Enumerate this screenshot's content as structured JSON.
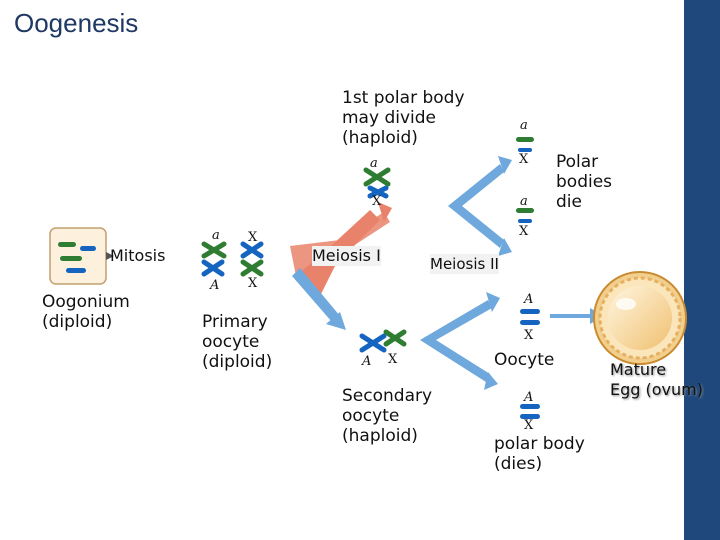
{
  "title": "Oogenesis",
  "labels": {
    "mitosis": "Mitosis",
    "oogonium": "Oogonium\n(diploid)",
    "primary": "Primary\noocyte\n(diploid)",
    "meiosis1": "Meiosis I",
    "meiosis2": "Meiosis II",
    "first_polar": "1st polar body\nmay divide\n(haploid)",
    "polar_bodies": "Polar\nbodies\ndie",
    "secondary": "Secondary\noocyte\n(haploid)",
    "oocyte": "Oocyte",
    "polar_body_dies": "polar body\n(dies)",
    "mature_egg": "Mature\nEgg (ovum)"
  },
  "genes": {
    "a": "a",
    "A": "A",
    "X": "X"
  },
  "colors": {
    "title": "#1f3864",
    "sidebar": "#1f497d",
    "chrom_green": "#2e7d32",
    "chrom_blue": "#1565c0",
    "arrow_orange": "#e9826a",
    "arrow_blue": "#6fa8dc",
    "egg_outer": "#e8b567"
  }
}
